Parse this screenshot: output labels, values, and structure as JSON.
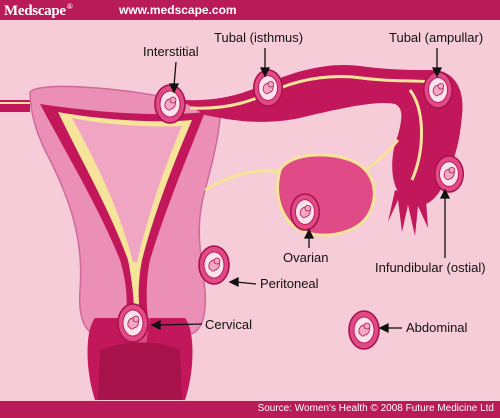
{
  "header": {
    "brand": "Medscape",
    "brand_mark": "®",
    "url": "www.medscape.com"
  },
  "labels": {
    "interstitial": "Interstitial",
    "tubal_isthmus": "Tubal (isthmus)",
    "tubal_ampullar": "Tubal (ampullar)",
    "ovarian": "Ovarian",
    "infundibular": "Infundibular (ostial)",
    "peritoneal": "Peritoneal",
    "cervical": "Cervical",
    "abdominal": "Abdominal"
  },
  "footer": {
    "source": "Source: Women's Health © 2008 Future Medicine Ltd"
  },
  "colors": {
    "background": "#f6ccd8",
    "bar": "#b81b57",
    "tissue_light": "#ec8fb6",
    "tissue_dark": "#c2185b",
    "tube_yellow": "#f5e49a",
    "sac": "#e04a86"
  }
}
